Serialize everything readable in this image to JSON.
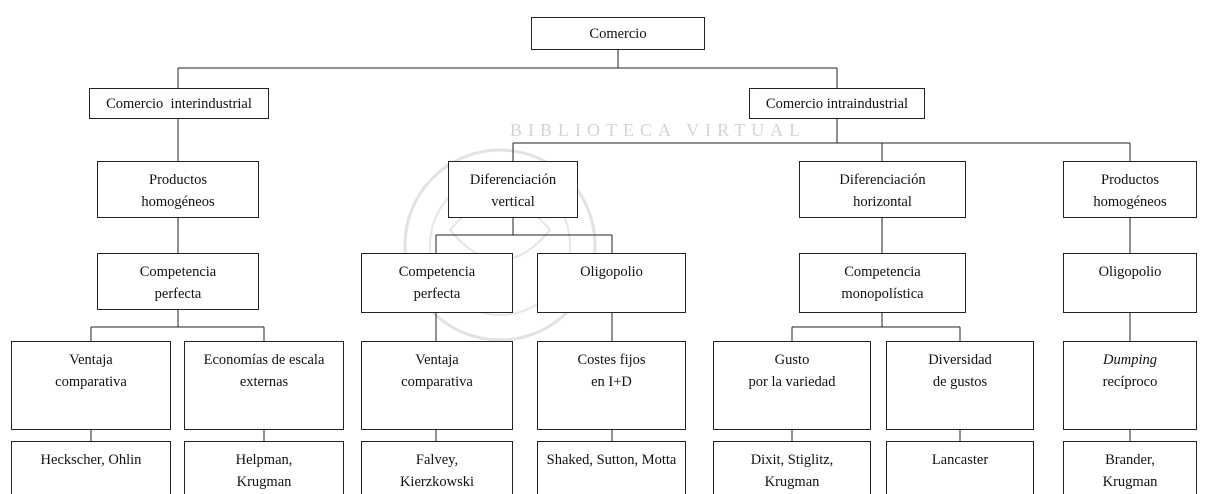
{
  "diagram": {
    "root": {
      "label": "Comercio"
    },
    "branches": {
      "inter": {
        "label": "Comercio  interindustrial"
      },
      "intra": {
        "label": "Comercio intraindustrial"
      }
    },
    "level2": {
      "productos_homog_inter": {
        "line1": "Productos",
        "line2": "homogéneos"
      },
      "dif_vertical": {
        "line1": "Diferenciación",
        "line2": "vertical"
      },
      "dif_horizontal": {
        "line1": "Diferenciación",
        "line2": "horizontal"
      },
      "productos_homog_intra": {
        "line1": "Productos",
        "line2": "homogéneos"
      }
    },
    "level3": {
      "competencia_perfecta_inter": {
        "line1": "Competencia",
        "line2": "perfecta"
      },
      "competencia_perfecta_vert": {
        "line1": "Competencia",
        "line2": "perfecta"
      },
      "oligopolio_vert": {
        "line1": "Oligopolio"
      },
      "competencia_monopolistica": {
        "line1": "Competencia",
        "line2": "monopolística"
      },
      "oligopolio_homog": {
        "line1": "Oligopolio"
      }
    },
    "level4": {
      "ventaja_comparativa_inter": {
        "line1": "Ventaja",
        "line2": "comparativa"
      },
      "economias_escala": {
        "line1": "Economías de escala",
        "line2": "externas"
      },
      "ventaja_comparativa_vert": {
        "line1": "Ventaja",
        "line2": "comparativa"
      },
      "costes_fijos": {
        "line1": "Costes fijos",
        "line2": "en I+D"
      },
      "gusto_variedad": {
        "line1": "Gusto",
        "line2": "por la variedad"
      },
      "diversidad_gustos": {
        "line1": "Diversidad",
        "line2": "de gustos"
      },
      "dumping": {
        "line1": "Dumping",
        "line2": "recíproco"
      }
    },
    "level5": {
      "heckscher_ohlin": {
        "line1": "Heckscher, Ohlin"
      },
      "helpman_krugman": {
        "line1": "Helpman,",
        "line2": "Krugman"
      },
      "falvey": {
        "line1": "Falvey,",
        "line2": "Kierzkowski"
      },
      "shaked": {
        "line1": "Shaked, Sutton, Motta"
      },
      "dixit": {
        "line1": "Dixit, Stiglitz,",
        "line2": "Krugman"
      },
      "lancaster": {
        "line1": "Lancaster"
      },
      "brander": {
        "line1": "Brander,",
        "line2": "Krugman"
      }
    },
    "watermark": {
      "text": "BIBLIOTECA VIRTUAL"
    },
    "colors": {
      "line": "#222222",
      "box_border": "#222222",
      "background": "#ffffff",
      "watermark": "#d8d8d8"
    }
  }
}
